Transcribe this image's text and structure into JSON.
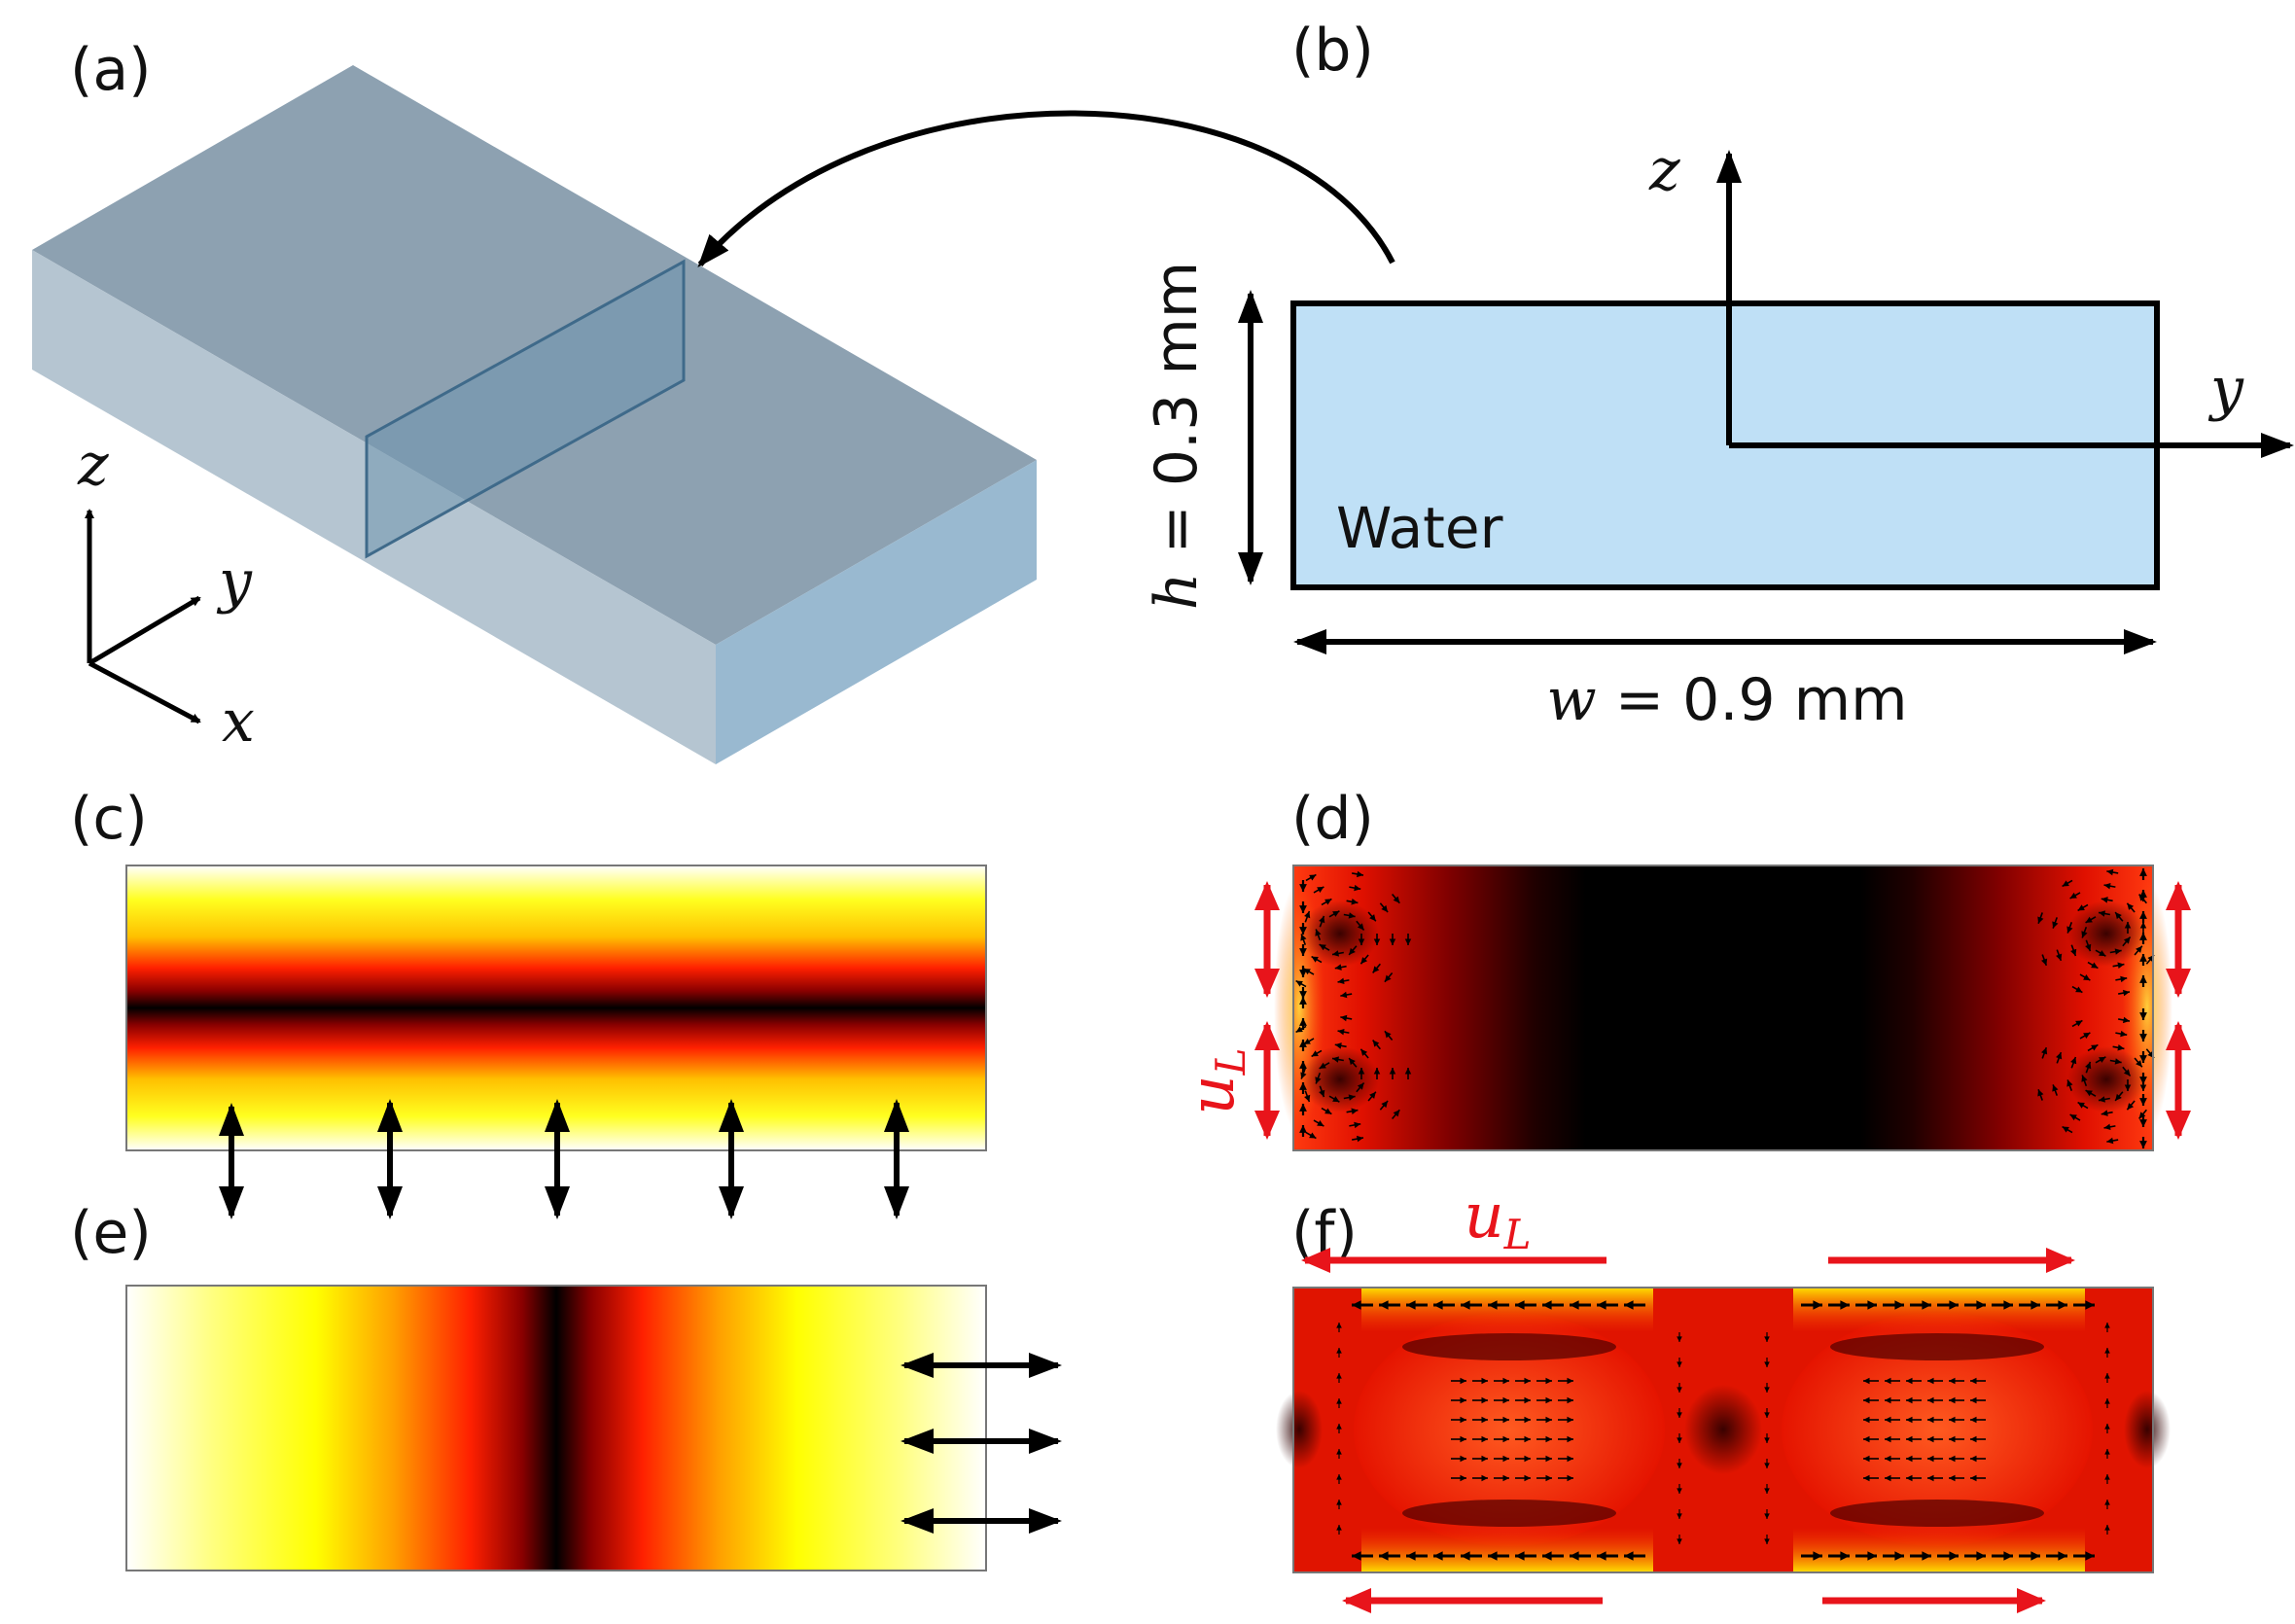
{
  "panels": {
    "a": {
      "label": "(a)",
      "axes": {
        "z": "z",
        "y": "y",
        "x": "x"
      }
    },
    "b": {
      "label": "(b)",
      "axes": {
        "z": "z",
        "y": "y"
      },
      "medium_label": "Water",
      "height_label_symbol": "h",
      "height_label_value": " = 0.3 mm",
      "width_label_symbol": "w",
      "width_label_value": " = 0.9 mm"
    },
    "c": {
      "label": "(c)"
    },
    "d": {
      "label": "(d)",
      "velocity_symbol": "u",
      "velocity_subscript": "L"
    },
    "e": {
      "label": "(e)"
    },
    "f": {
      "label": "(f)",
      "velocity_symbol": "u",
      "velocity_subscript": "L"
    }
  },
  "colors": {
    "channel_fill": "#bfe0f6",
    "slab_top": "#8ca0b0",
    "slab_side": "#b4c4d0",
    "slab_end": "#98b8cf",
    "heat_white": "#ffffff",
    "heat_yellow": "#ffff00",
    "heat_orange": "#ff8000",
    "heat_red": "#ff1a00",
    "heat_darkred": "#8a0000",
    "heat_black": "#000000",
    "actuation_red": "#e8141b",
    "arrow_black": "#000000"
  }
}
